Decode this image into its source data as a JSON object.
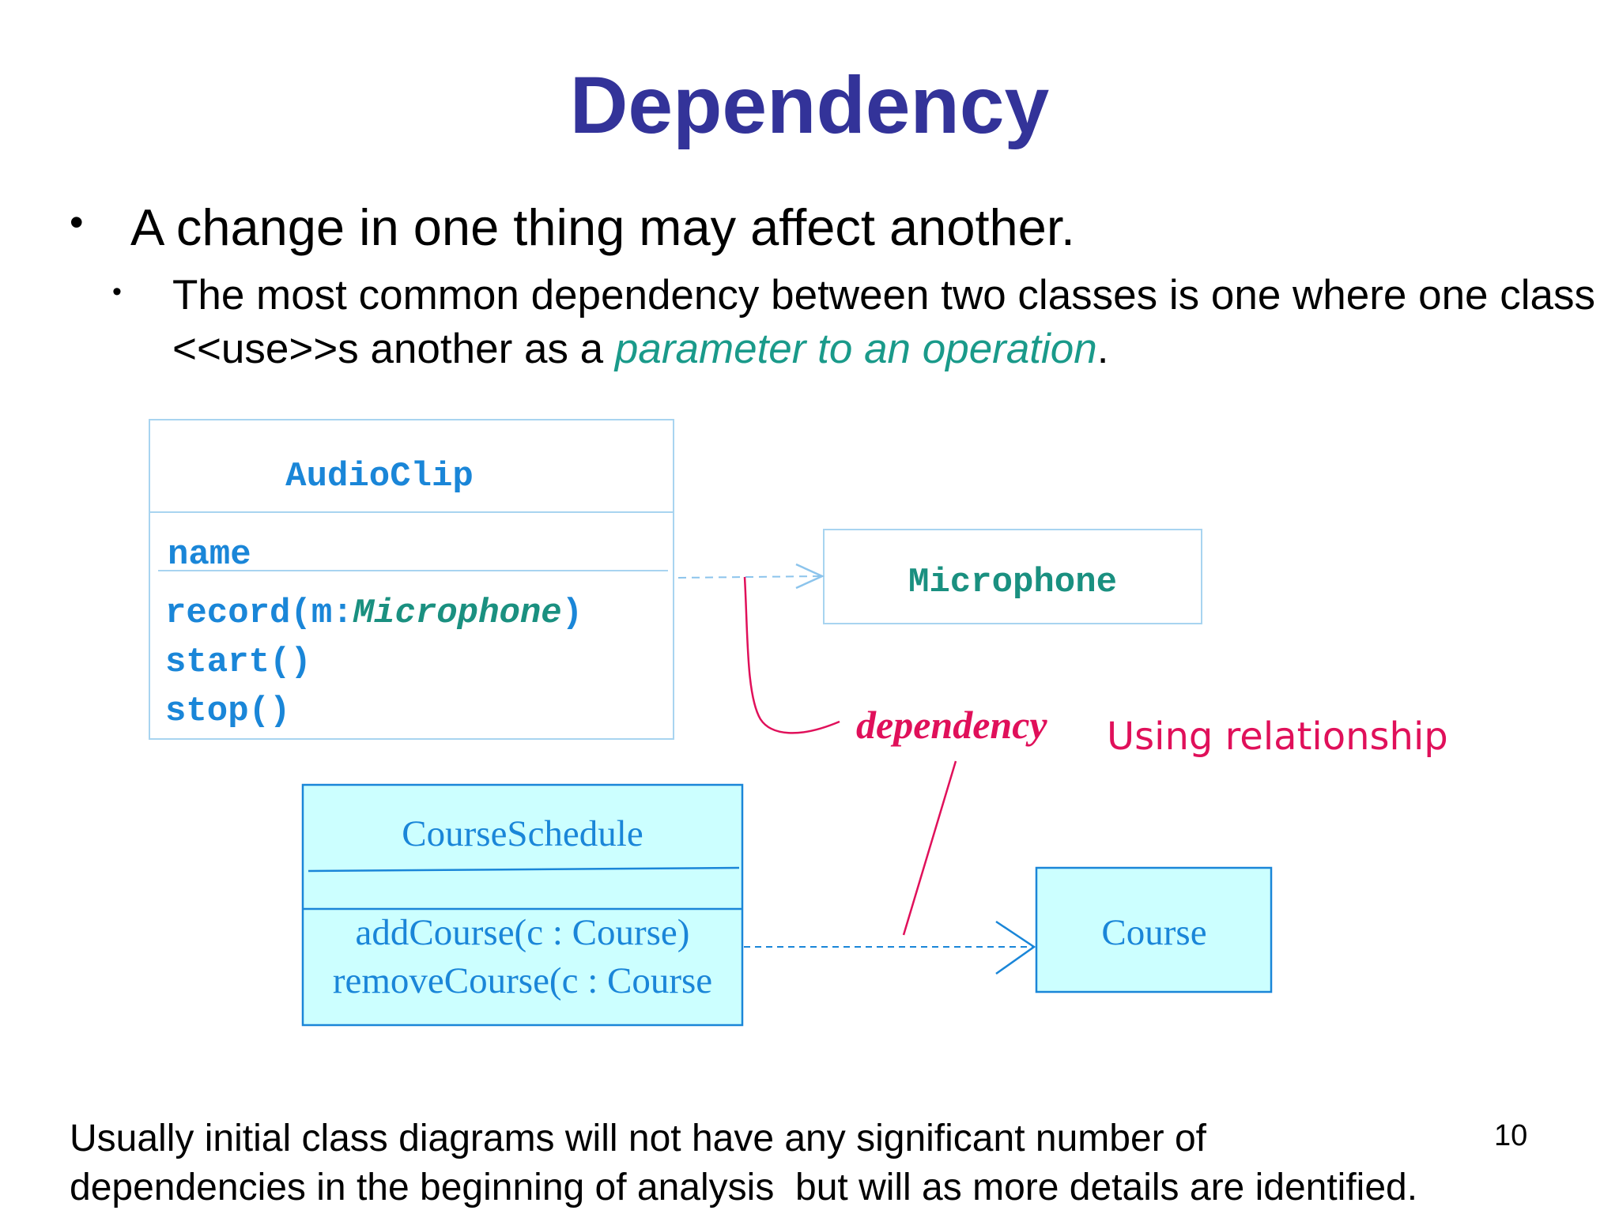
{
  "slide": {
    "title": "Dependency",
    "bullet_1": "A change in one thing may affect another.",
    "bullet_2_text": "The most common dependency between two classes is one where one class <<use>>s another as a ",
    "bullet_2_highlight": "parameter to an operation",
    "bullet_2_end": ".",
    "footer_line_1": "Usually initial class diagrams will not have any significant number of",
    "footer_line_2": "dependencies in the beginning of analysis  but will as more details are identified.",
    "page_number": "10"
  },
  "diagram": {
    "audioclip": {
      "name": "AudioClip",
      "attribute": "name",
      "op_1_prefix": "record(m:",
      "op_1_param": "Microphone",
      "op_1_suffix": ")",
      "op_2": "start()",
      "op_3": "stop()"
    },
    "microphone": {
      "name": "Microphone"
    },
    "courseschedule": {
      "name": "CourseSchedule",
      "op_1": "addCourse(c : Course)",
      "op_2": "removeCourse(c : Course"
    },
    "course": {
      "name": "Course"
    },
    "label_dependency": "dependency",
    "label_using": "Using relationship"
  },
  "colors": {
    "title": "#333399",
    "uml_blue": "#1a86d8",
    "uml_teal": "#1a9080",
    "annotation_pink": "#e0105a",
    "box_fill_cyan": "#ccffff"
  }
}
